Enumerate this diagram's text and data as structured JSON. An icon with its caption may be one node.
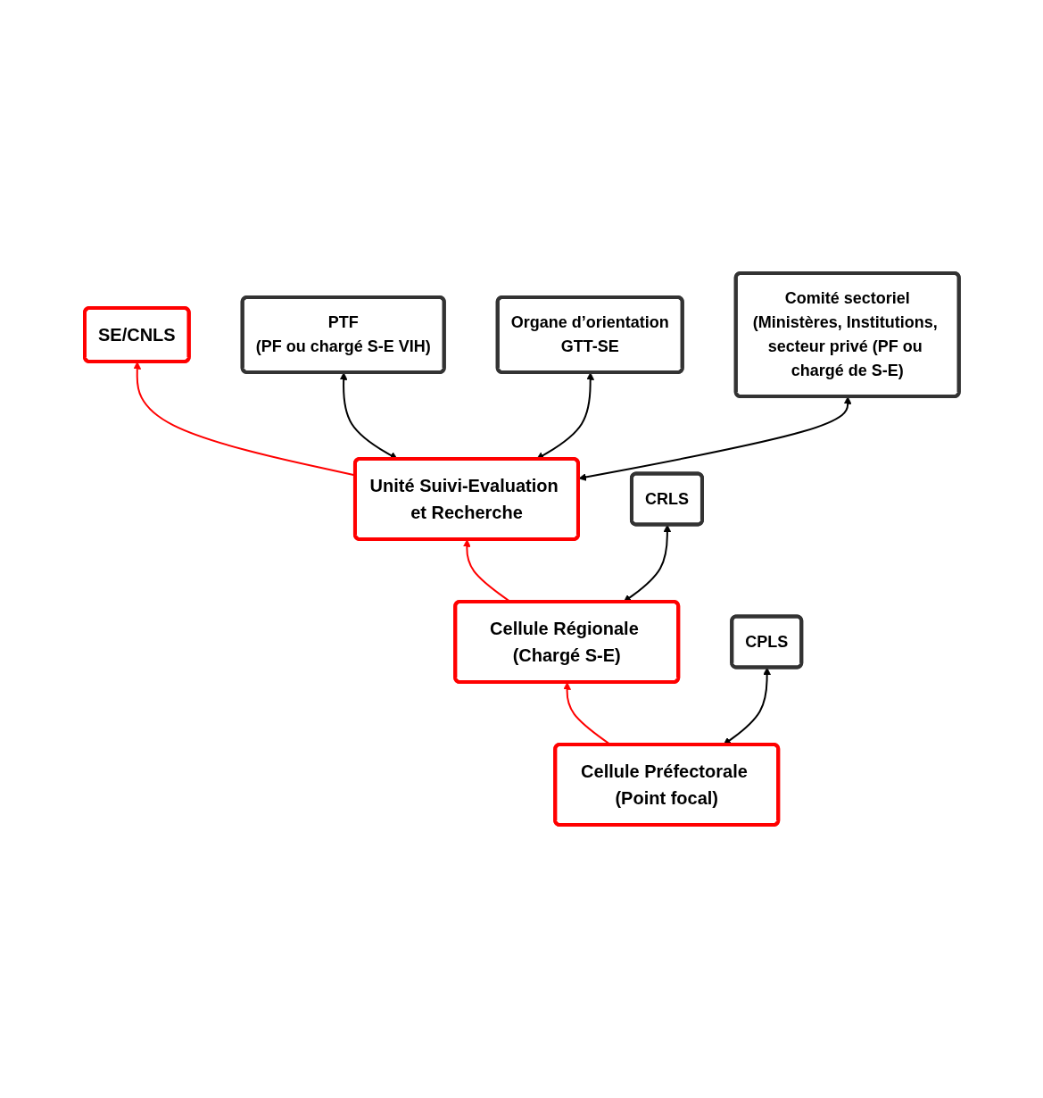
{
  "diagram": {
    "nodes": [
      {
        "text": [
          "SE/CNLS"
        ]
      },
      {
        "text": [
          "PTF",
          "(PF ou chargé S-E VIH)"
        ]
      },
      {
        "text": [
          "Organe d’orientation",
          "GTT-SE"
        ]
      },
      {
        "text": [
          "Unité Suivi-Evaluation et Recherche"
        ]
      },
      {
        "text": [
          "Comité sectoriel",
          "(Ministères, Institutions, secteur privé (PF ou chargé de S-E)"
        ]
      },
      {
        "text": [
          "Cellule Régionale (Chargé S-E)"
        ]
      },
      {
        "text": [
          "CRLS"
        ]
      },
      {
        "text": [
          "Cellule Préfectorale (Point focal)"
        ]
      },
      {
        "text": [
          "CPLS"
        ]
      }
    ],
    "edges": [
      {
        "from": 3,
        "to": 0,
        "arrow": "to",
        "color": "#ff0000"
      },
      {
        "from": 3,
        "to": 1,
        "arrow": "both"
      },
      {
        "from": 3,
        "to": 2,
        "arrow": "both"
      },
      {
        "from": 3,
        "to": 4,
        "arrow": "both"
      },
      {
        "from": 5,
        "to": 3,
        "arrow": "to",
        "color": "#ff0000"
      },
      {
        "from": 5,
        "to": 6,
        "arrow": "both"
      },
      {
        "from": 7,
        "to": 5,
        "arrow": "to",
        "color": "#ff0000"
      },
      {
        "from": 7,
        "to": 8,
        "arrow": "both"
      }
    ]
  }
}
